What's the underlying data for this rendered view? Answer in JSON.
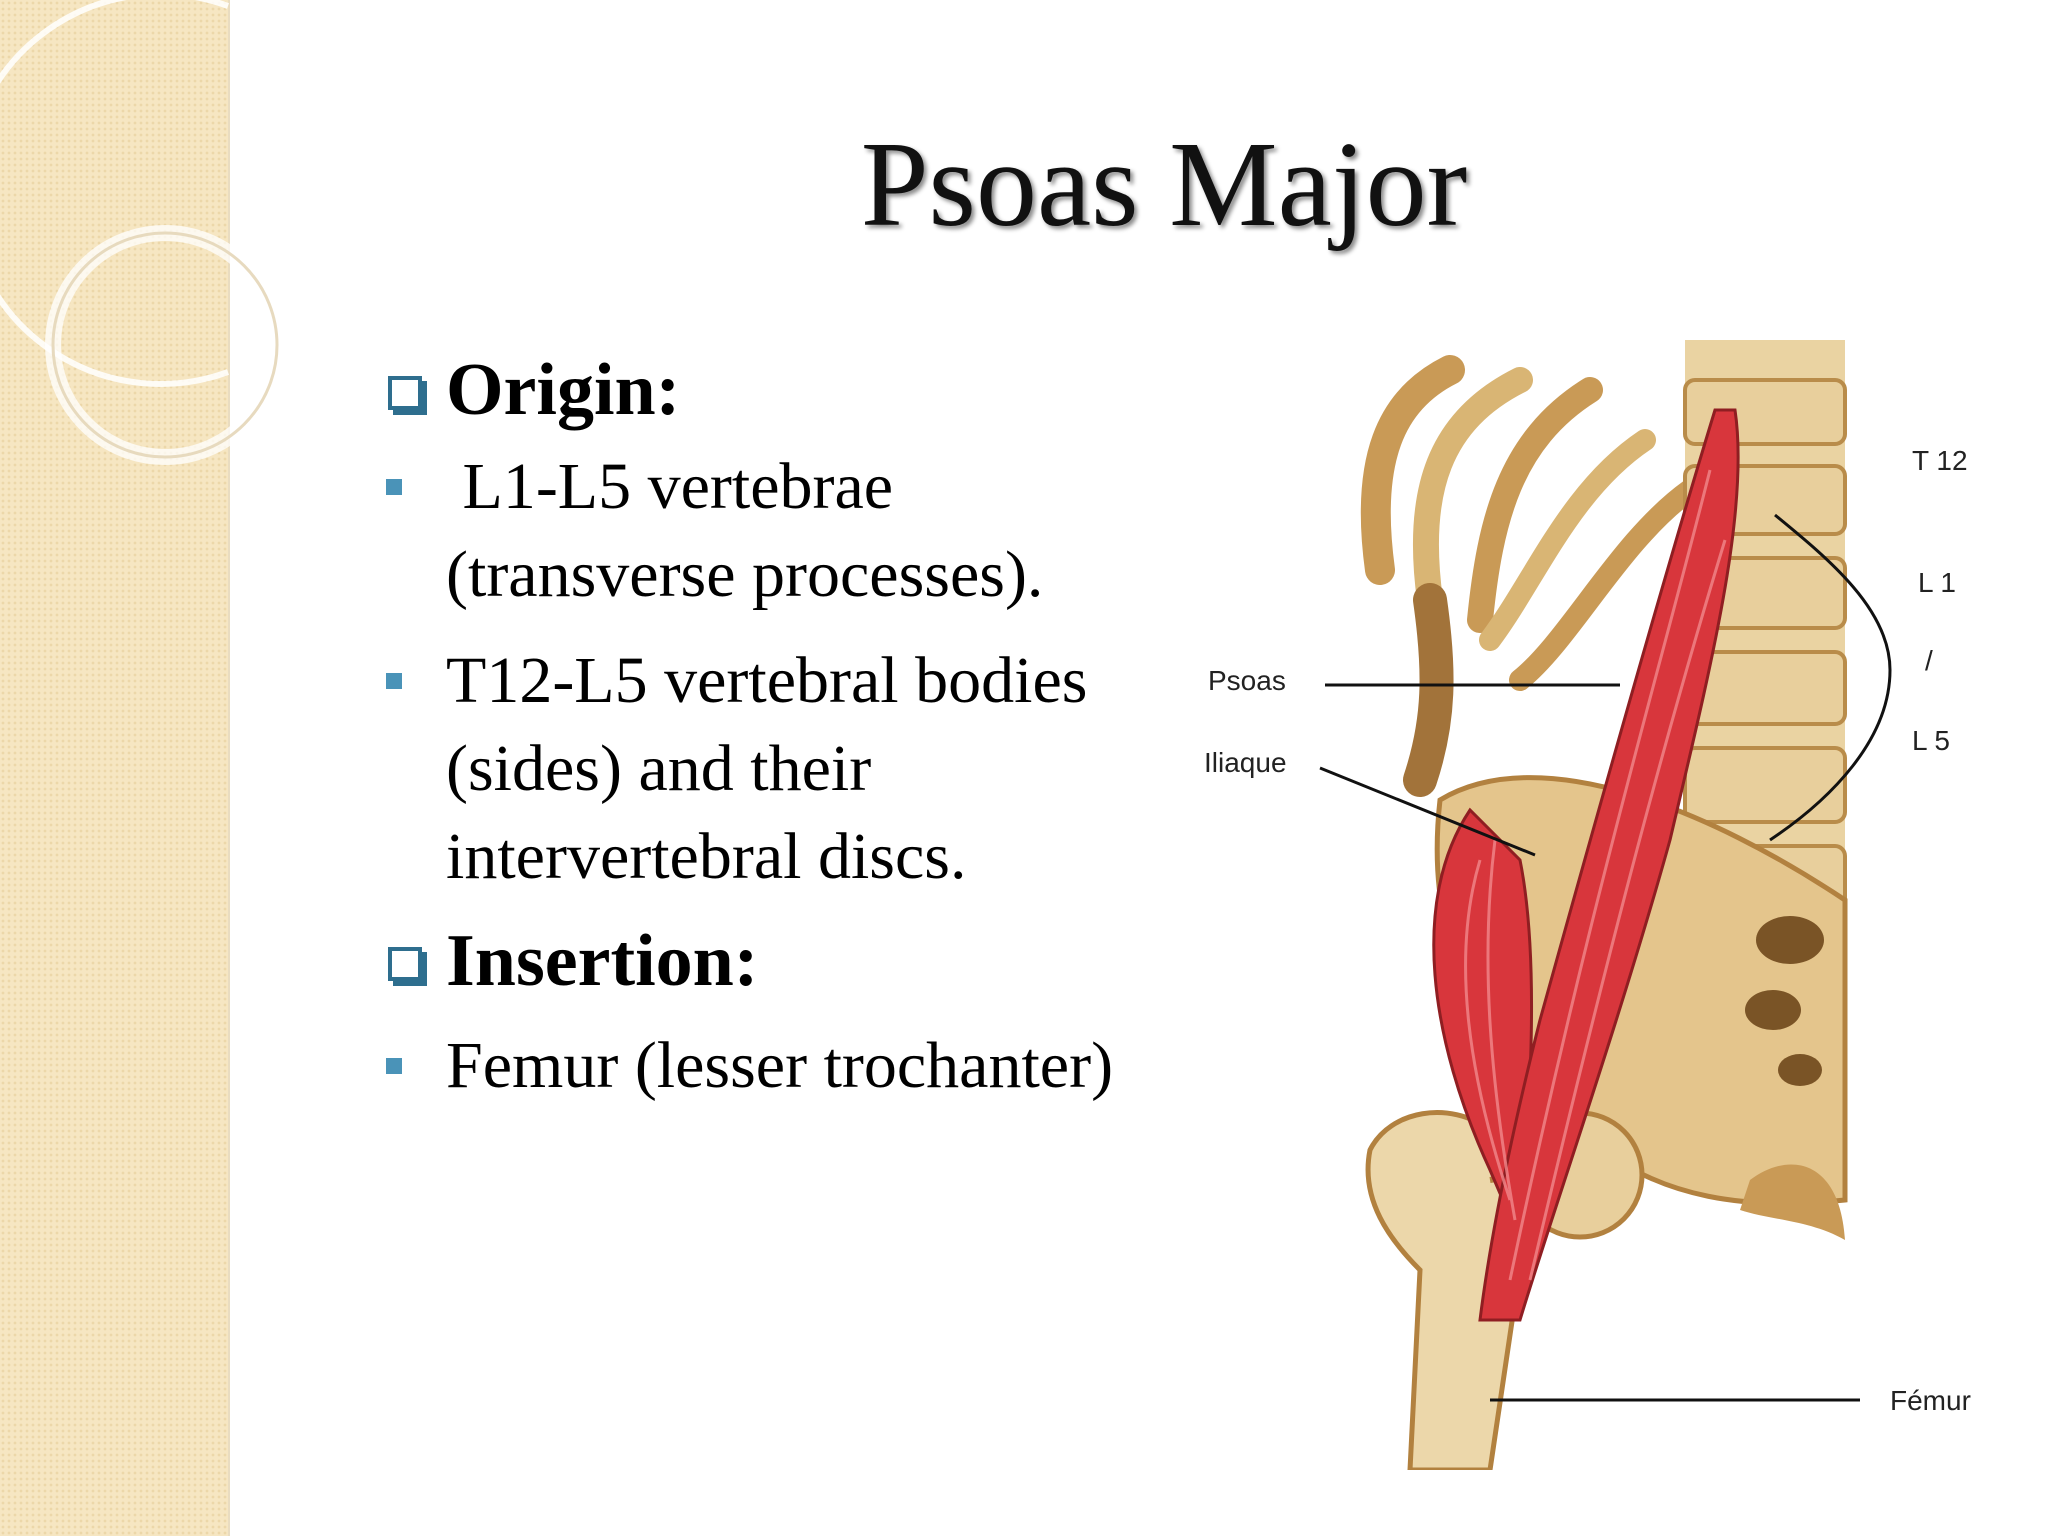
{
  "slide": {
    "title": "Psoas Major",
    "origin": {
      "heading": "Origin:",
      "bullets": [
        " L1-L5 vertebrae (transverse processes).",
        "T12-L5 vertebral bodies (sides) and their intervertebral discs."
      ]
    },
    "insertion": {
      "heading": "Insertion:",
      "bullets": [
        "Femur (lesser trochanter)"
      ]
    }
  },
  "figure": {
    "labels": {
      "psoas": "Psoas",
      "iliaque": "Iliaque",
      "t12": "T 12",
      "l1": "L 1",
      "slash": "/",
      "l5": "L 5",
      "femur": "Fémur"
    }
  },
  "colors": {
    "bullet_accent": "#4a93b8",
    "checkbox_accent": "#2e6e8e",
    "muscle": "#d8363c",
    "bone": "#e8cf9c"
  }
}
